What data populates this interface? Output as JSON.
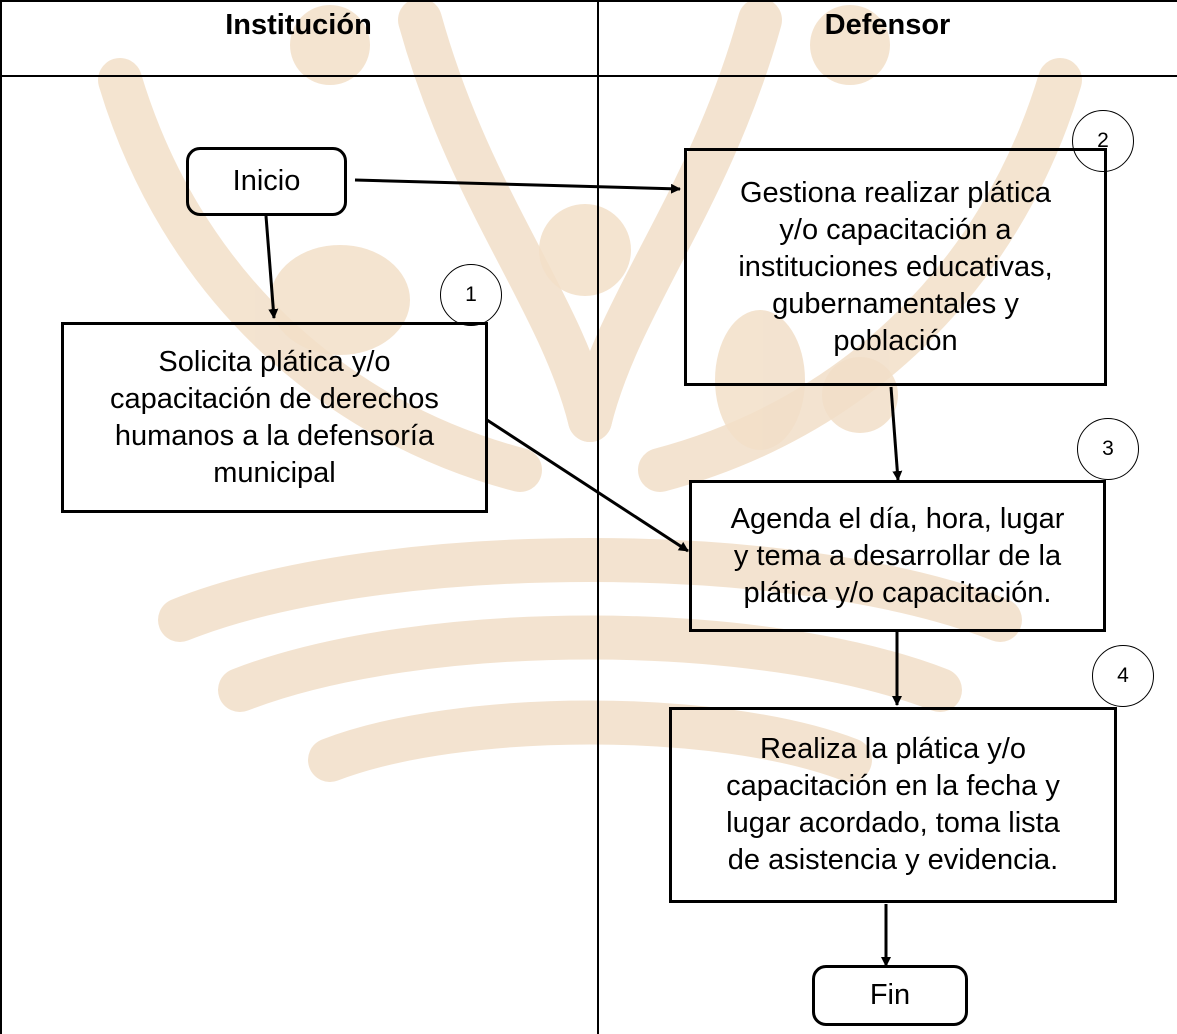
{
  "lanes": [
    {
      "title": "Institución"
    },
    {
      "title": "Defensor"
    }
  ],
  "nodes": {
    "start": "Inicio",
    "step1": "Solicita plática y/o\ncapacitación de derechos\nhumanos a la defensoría\nmunicipal",
    "step2": "Gestiona realizar plática\ny/o capacitación a\ninstituciones educativas,\ngubernamentales y\npoblación",
    "step3": "Agenda el día, hora, lugar\ny tema a desarrollar de la\nplática y/o capacitación.",
    "step4": "Realiza la plática y/o\ncapacitación en la fecha y\nlugar acordado, toma lista\nde asistencia y evidencia.",
    "end": "Fin"
  },
  "step_numbers": {
    "n1": "1",
    "n2": "2",
    "n3": "3",
    "n4": "4"
  },
  "colors": {
    "watermark": "#f0dcc4",
    "line": "#000000"
  }
}
